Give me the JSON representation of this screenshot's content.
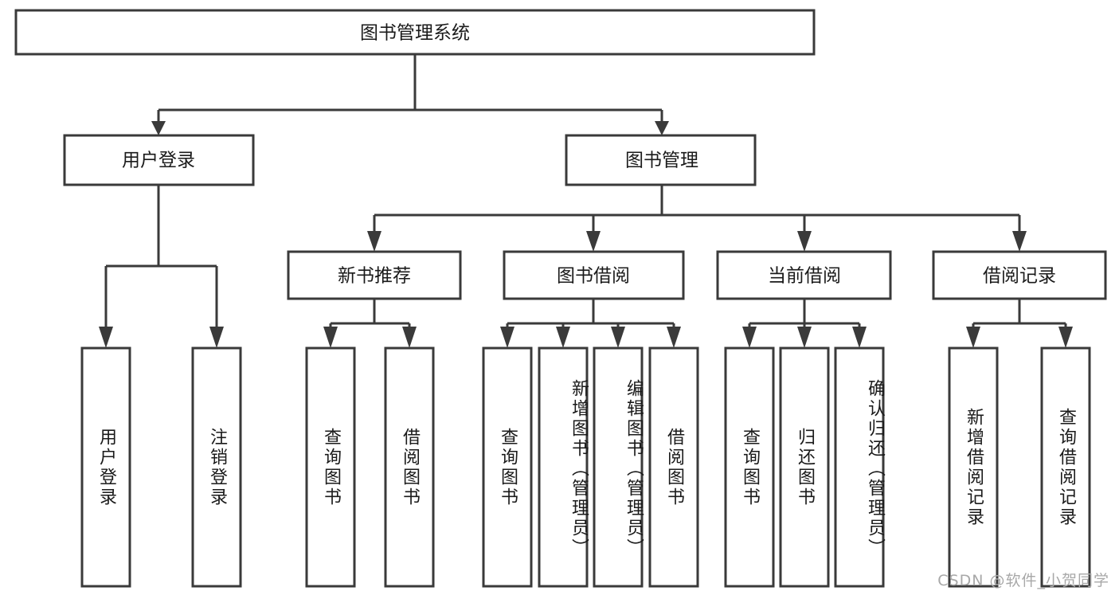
{
  "diagram": {
    "type": "tree",
    "title": "图书管理系统",
    "background_color": "#ffffff",
    "box_stroke_color": "#3a3a3a",
    "text_color": "#1a1a1a",
    "root": {
      "id": "root",
      "label": "图书管理系统",
      "orientation": "horizontal"
    },
    "level2": [
      {
        "id": "user-login",
        "label": "用户登录",
        "orientation": "horizontal"
      },
      {
        "id": "book-management",
        "label": "图书管理",
        "orientation": "horizontal"
      }
    ],
    "level3": [
      {
        "id": "new-book-recommend",
        "label": "新书推荐",
        "orientation": "horizontal",
        "parent": "book-management"
      },
      {
        "id": "book-borrow",
        "label": "图书借阅",
        "orientation": "horizontal",
        "parent": "book-management"
      },
      {
        "id": "current-borrow",
        "label": "当前借阅",
        "orientation": "horizontal",
        "parent": "book-management"
      },
      {
        "id": "borrow-record",
        "label": "借阅记录",
        "orientation": "horizontal",
        "parent": "book-management"
      }
    ],
    "leaves": [
      {
        "id": "leaf-user-login",
        "label": "用户登录",
        "orientation": "vertical",
        "parent": "user-login"
      },
      {
        "id": "leaf-user-logout",
        "label": "注销登录",
        "orientation": "vertical",
        "parent": "user-login"
      },
      {
        "id": "leaf-query-book-1",
        "label": "查询图书",
        "orientation": "vertical",
        "parent": "new-book-recommend"
      },
      {
        "id": "leaf-borrow-book-1",
        "label": "借阅图书",
        "orientation": "vertical",
        "parent": "new-book-recommend"
      },
      {
        "id": "leaf-query-book-2",
        "label": "查询图书",
        "orientation": "vertical",
        "parent": "book-borrow"
      },
      {
        "id": "leaf-add-book",
        "label": "新增图书（管理员）",
        "orientation": "vertical",
        "parent": "book-borrow"
      },
      {
        "id": "leaf-edit-book",
        "label": "编辑图书（管理员）",
        "orientation": "vertical",
        "parent": "book-borrow"
      },
      {
        "id": "leaf-borrow-book-2",
        "label": "借阅图书",
        "orientation": "vertical",
        "parent": "book-borrow"
      },
      {
        "id": "leaf-query-book-3",
        "label": "查询图书",
        "orientation": "vertical",
        "parent": "current-borrow"
      },
      {
        "id": "leaf-return-book",
        "label": "归还图书",
        "orientation": "vertical",
        "parent": "current-borrow"
      },
      {
        "id": "leaf-confirm-return",
        "label": "确认归还（管理员）",
        "orientation": "vertical",
        "parent": "current-borrow"
      },
      {
        "id": "leaf-add-record",
        "label": "新增借阅记录",
        "orientation": "vertical",
        "parent": "borrow-record"
      },
      {
        "id": "leaf-query-record",
        "label": "查询借阅记录",
        "orientation": "vertical",
        "parent": "borrow-record"
      }
    ]
  },
  "watermark": {
    "text": "CSDN @软件_小贺同学"
  }
}
